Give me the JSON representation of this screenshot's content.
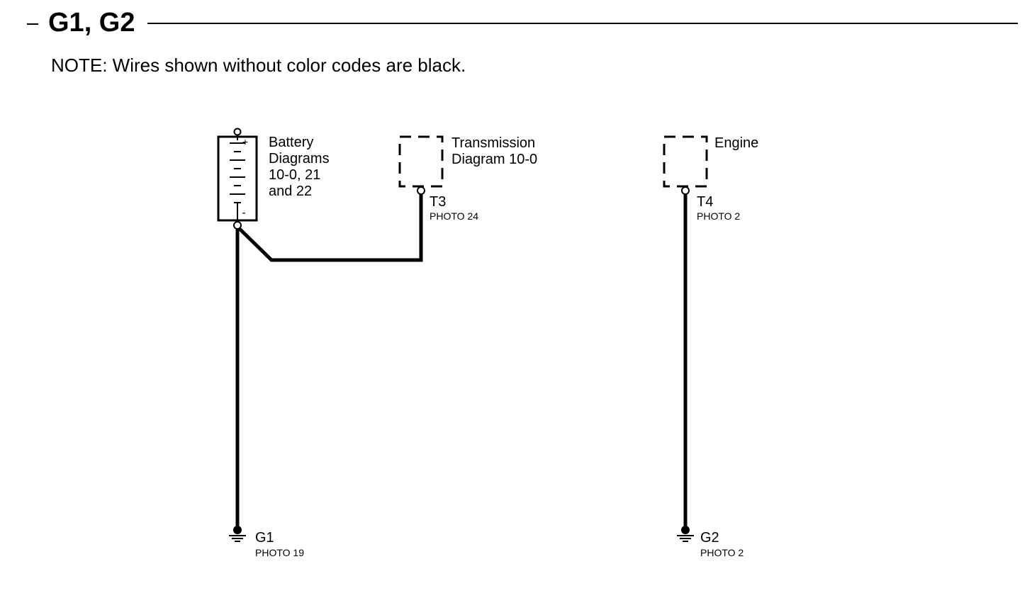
{
  "header": {
    "title": "G1, G2",
    "note": "NOTE: Wires shown without color codes are black."
  },
  "battery": {
    "label_lines": [
      "Battery",
      "Diagrams",
      "10-0, 21",
      "and 22"
    ],
    "plus_symbol": "+",
    "minus_symbol": "-",
    "icon": "battery-icon"
  },
  "transmission": {
    "label_lines": [
      "Transmission",
      "Diagram 10-0"
    ],
    "terminal": "T3",
    "photo": "PHOTO 24"
  },
  "engine": {
    "label": "Engine",
    "terminal": "T4",
    "photo": "PHOTO 2"
  },
  "grounds": [
    {
      "id": "G1",
      "photo": "PHOTO 19",
      "icon": "ground-icon"
    },
    {
      "id": "G2",
      "photo": "PHOTO 2",
      "icon": "ground-icon"
    }
  ]
}
